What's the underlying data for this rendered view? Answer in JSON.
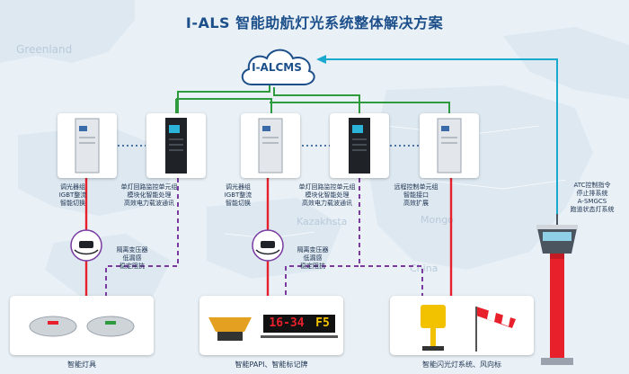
{
  "title": "I-ALS 智能助航灯光系统整体解决方案",
  "cloud_label": "I-ALCMS",
  "map_labels": [
    "Greenland",
    "Kazakhsta",
    "Mongo",
    "China"
  ],
  "cabinets": [
    {
      "id": "c1",
      "type": "white",
      "label": [
        "调光器组",
        "IGBT整流",
        "智能切换"
      ]
    },
    {
      "id": "c2",
      "type": "black",
      "label": [
        "单灯回路监控单元组",
        "模块化智能处理",
        "高效电力载波通讯"
      ]
    },
    {
      "id": "c3",
      "type": "white",
      "label": [
        "调光器组",
        "IGBT整流",
        "智能切换"
      ]
    },
    {
      "id": "c4",
      "type": "black",
      "label": [
        "单灯回路监控单元组",
        "模块化智能处理",
        "高效电力载波通讯"
      ]
    },
    {
      "id": "c5",
      "type": "white",
      "label": [
        "远程控制单元组",
        "智能接口",
        "高效扩展"
      ]
    }
  ],
  "transformers": [
    {
      "id": "t1",
      "label": [
        "隔离变压器",
        "低漏感",
        "稳定阻抗"
      ]
    },
    {
      "id": "t2",
      "label": [
        "隔离变压器",
        "低漏感",
        "稳定阻抗"
      ]
    }
  ],
  "bottom_cards": [
    {
      "id": "b1",
      "label": "智能灯具"
    },
    {
      "id": "b2",
      "label": "智能PAPI、智能标记牌"
    },
    {
      "id": "b3",
      "label": "智能闪光灯系统、风向标"
    }
  ],
  "sign_text": {
    "red": "16-34",
    "yellow": "F5"
  },
  "tower_label": [
    "ATC控制指令",
    "停止排系统",
    "A-SMGCS",
    "跑道状态灯系统"
  ],
  "colors": {
    "accent_blue": "#1c4f8a",
    "green_line": "#2e9b3e",
    "red_line": "#e8202c",
    "purple_dash": "#7a3aa0",
    "cyan_arrow": "#19a9cf"
  }
}
